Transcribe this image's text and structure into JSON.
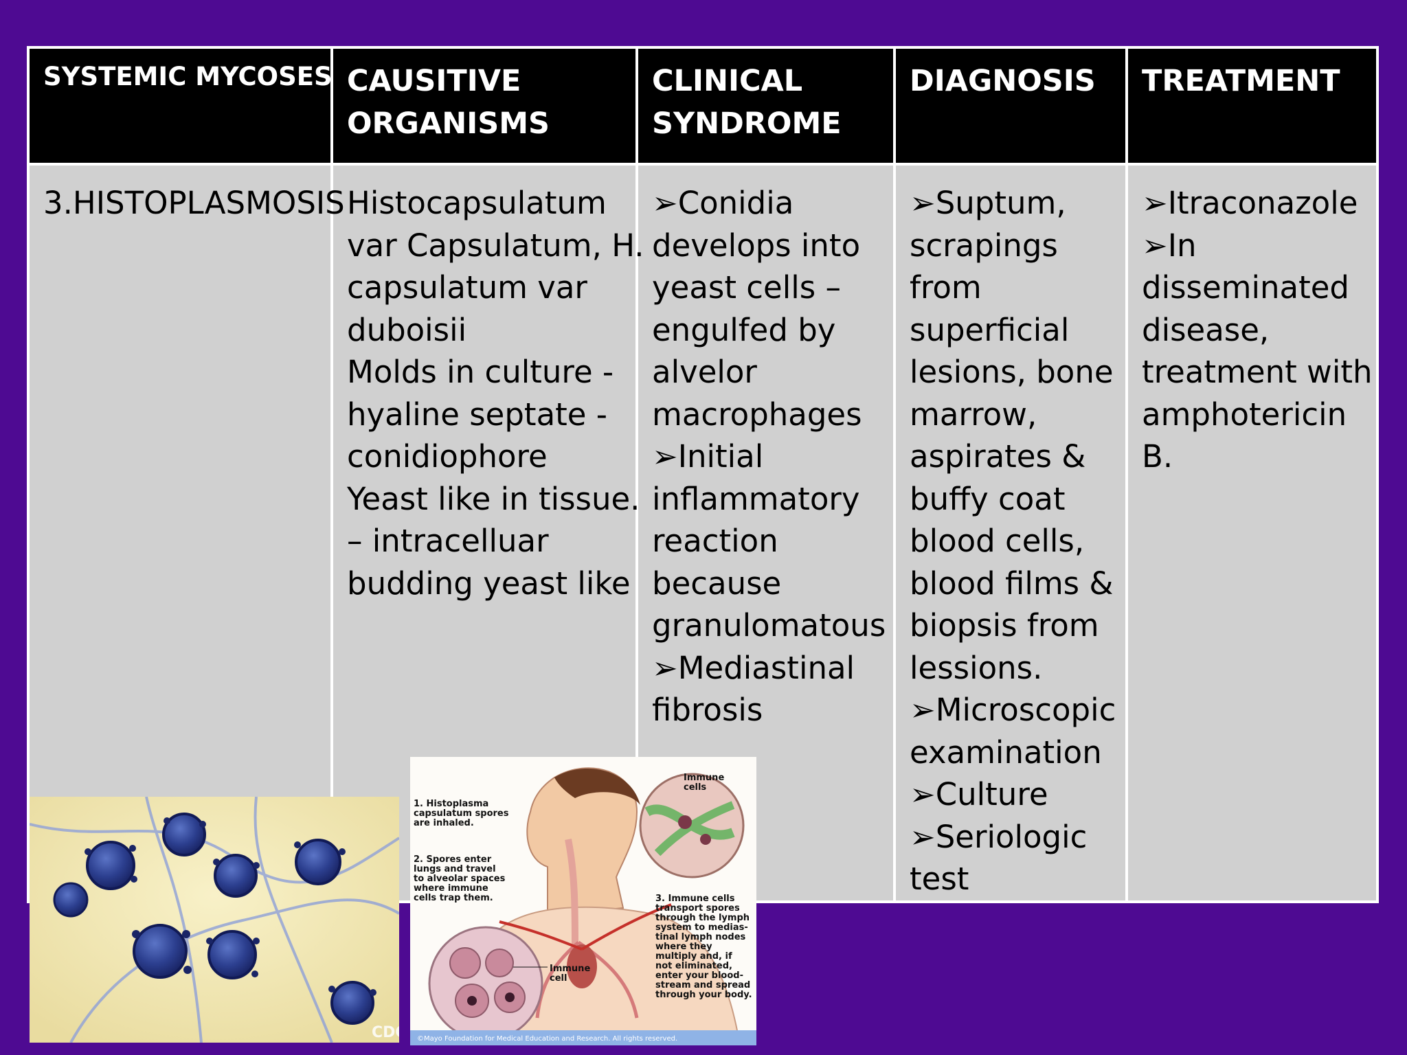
{
  "table": {
    "headers": [
      "SYSTEMIC MYCOSES",
      "CAUSITIVE ORGANISMS",
      "CLINICAL SYNDROME",
      "DIAGNOSIS",
      "TREATMENT"
    ],
    "header_lines": {
      "c1": [
        "SYSTEMIC MYCOSES"
      ],
      "c2": [
        "CAUSITIVE",
        "ORGANISMS"
      ],
      "c3": [
        "CLINICAL",
        "SYNDROME"
      ],
      "c4": [
        "DIAGNOSIS"
      ],
      "c5": [
        "TREATMENT"
      ]
    },
    "row": {
      "disease": "3.HISTOPLASMOSIS",
      "organisms_lines": [
        "Histocapsulatum",
        "var Capsulatum, H.",
        "capsulatum var",
        "duboisii",
        "Molds in culture -",
        "hyaline septate -",
        "conidiophore",
        "Yeast like in tissue.",
        "– intracelluar",
        "budding yeast like"
      ],
      "clinical_lines": [
        "➢Conidia",
        "develops into",
        "yeast cells –",
        "engulfed by",
        "alvelor",
        "macrophages",
        "➢Initial",
        "inflammatory",
        "reaction",
        "because",
        "granulomatous",
        "➢Mediastinal",
        "fibrosis"
      ],
      "diagnosis_lines": [
        "➢Suptum,",
        "scrapings",
        "from",
        "superficial",
        "lesions, bone",
        "marrow,",
        "aspirates &",
        "buffy coat",
        "blood cells,",
        "blood films  &",
        "biopsis from",
        "lessions.",
        "➢Microscopic",
        "examination",
        "➢Culture",
        "➢Seriologic",
        "test"
      ],
      "treatment_lines": [
        "➢Itraconazole",
        "➢In",
        "disseminated",
        "disease,",
        "treatment with",
        "amphotericin",
        "B."
      ]
    }
  },
  "micrograph": {
    "watermark": "CDC",
    "colors": {
      "background": "#f1e9b8",
      "cells": "#2c3f8f"
    }
  },
  "illustration": {
    "label_1": [
      "1. Histoplasma",
      "capsulatum spores",
      "are inhaled."
    ],
    "label_2": [
      "2. Spores enter",
      "lungs and travel",
      "to alveolar spaces",
      "where immune",
      "cells trap them."
    ],
    "label_3": [
      "3. Immune cells",
      "transport spores",
      "through the lymph",
      "system to medias-",
      "tinal lymph nodes",
      "where they",
      "multiply and, if",
      "not eliminated,",
      "enter your blood-",
      "stream and spread",
      "through your body."
    ],
    "label_immune_cells": [
      "Immune",
      "cells"
    ],
    "label_immune_cell": [
      "Immune",
      "cell"
    ],
    "copyright": "©Mayo Foundation for Medical Education and Research. All rights reserved."
  }
}
